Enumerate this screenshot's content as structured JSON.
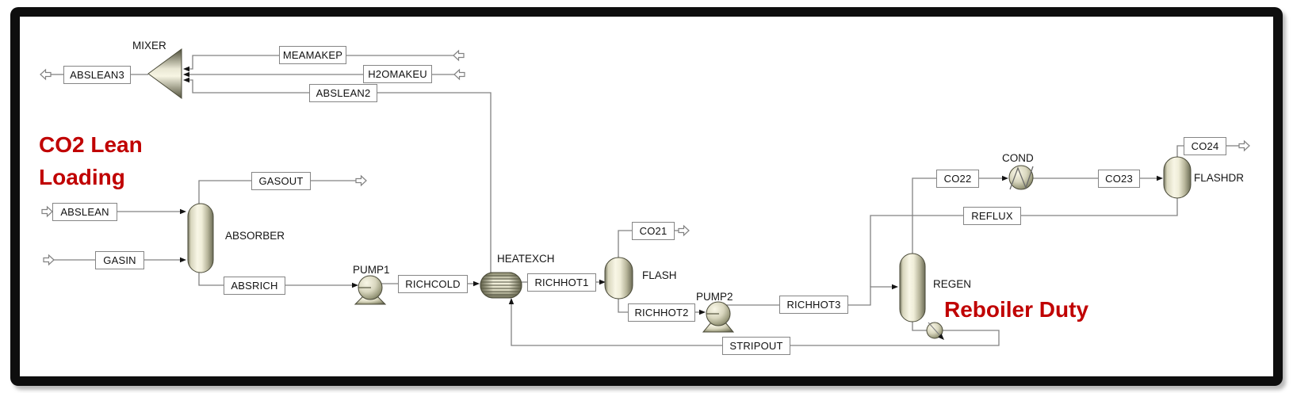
{
  "window": {
    "type": "process-flowsheet",
    "background": "#ffffff",
    "frame_color": "#0e0e0e",
    "annotation_color": "#c00000",
    "line_color": "#828282"
  },
  "annotations": {
    "co2_lean_loading": "CO2 Lean\nLoading",
    "reboiler_duty": "Reboiler Duty"
  },
  "blocks": {
    "mixer": "MIXER",
    "absorber": "ABSORBER",
    "pump1": "PUMP1",
    "heatexch": "HEATEXCH",
    "flash": "FLASH",
    "pump2": "PUMP2",
    "regen": "REGEN",
    "cond": "COND",
    "flashdr": "FLASHDR"
  },
  "streams": {
    "abslean3": "ABSLEAN3",
    "meamakep": "MEAMAKEP",
    "h2omakeu": "H2OMAKEU",
    "abslean2": "ABSLEAN2",
    "gasout": "GASOUT",
    "abslean": "ABSLEAN",
    "gasin": "GASIN",
    "absrich": "ABSRICH",
    "richcold": "RICHCOLD",
    "richhot1": "RICHHOT1",
    "co21": "CO21",
    "richhot2": "RICHHOT2",
    "richhot3": "RICHHOT3",
    "stripout": "STRIPOUT",
    "co22": "CO22",
    "reflux": "REFLUX",
    "co23": "CO23",
    "co24": "CO24"
  }
}
